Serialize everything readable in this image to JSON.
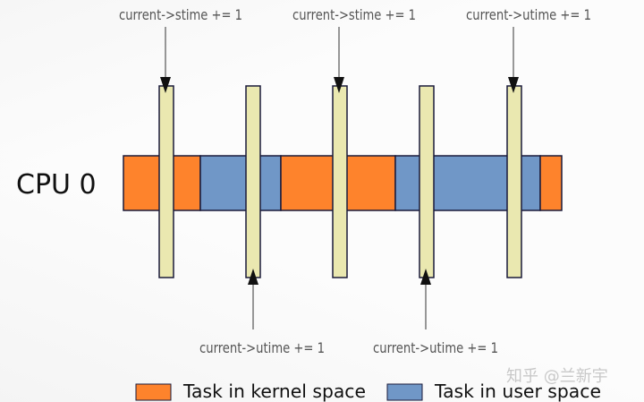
{
  "cpu_label": "CPU 0",
  "top_annotations": [
    {
      "text": "current->stime += 1"
    },
    {
      "text": "current->stime += 1"
    },
    {
      "text": "current->utime += 1"
    }
  ],
  "bottom_annotations": [
    {
      "text": "current->utime += 1"
    },
    {
      "text": "current->utime += 1"
    }
  ],
  "legend": [
    {
      "label": "Task in kernel space",
      "color": "#fe832c"
    },
    {
      "label": "Task in user space",
      "color": "#7097c7"
    }
  ],
  "colors": {
    "kernel": "#fe832c",
    "user": "#7097c7",
    "tick": "#eae8b0",
    "outline": "#1a1a3a"
  },
  "watermark": "知乎 @兰新宇"
}
